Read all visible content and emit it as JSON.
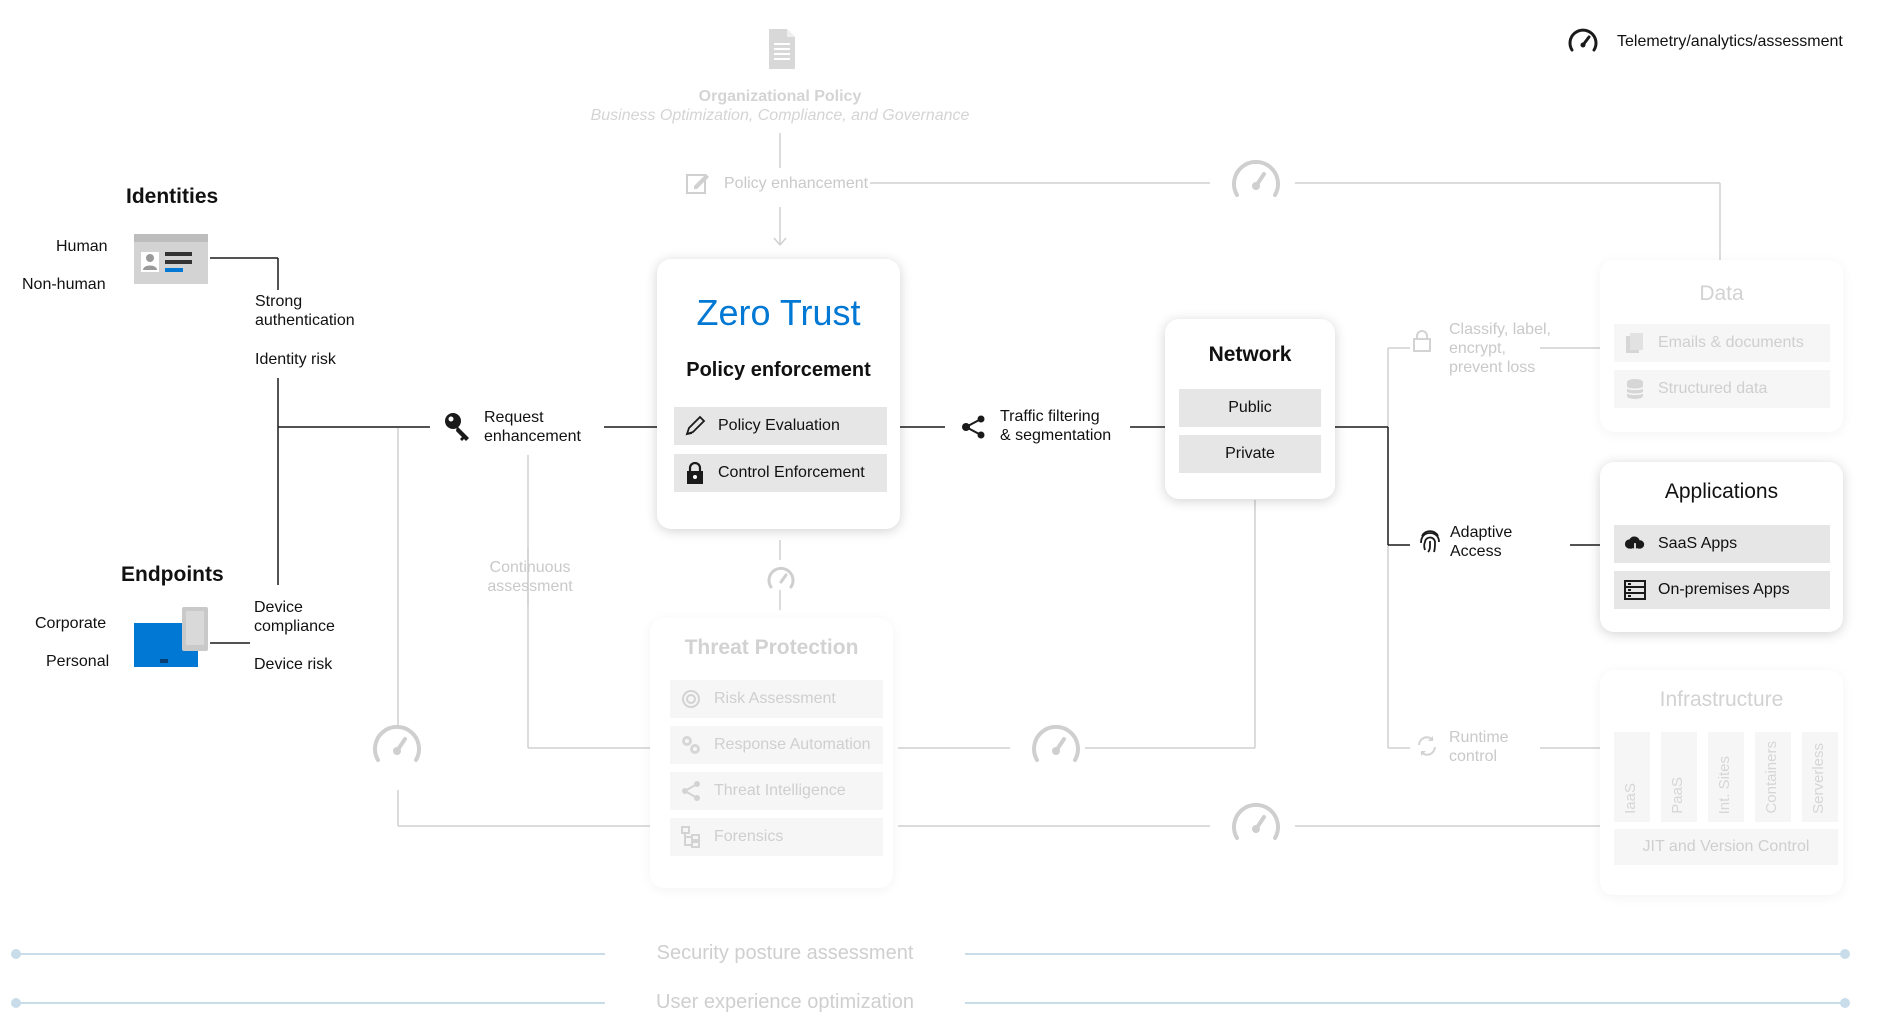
{
  "legend": {
    "telemetry_label": "Telemetry/analytics/assessment",
    "icon": "gauge-icon"
  },
  "org_policy": {
    "title": "Organizational Policy",
    "subtitle": "Business Optimization, Compliance, and Governance",
    "enhancement": "Policy enhancement"
  },
  "identities": {
    "title": "Identities",
    "human": "Human",
    "non_human": "Non-human",
    "strong_auth_1": "Strong",
    "strong_auth_2": "authentication",
    "identity_risk": "Identity risk"
  },
  "endpoints": {
    "title": "Endpoints",
    "corporate": "Corporate",
    "personal": "Personal",
    "compliance_1": "Device",
    "compliance_2": "compliance",
    "device_risk": "Device risk"
  },
  "request": {
    "line1": "Request",
    "line2": "enhancement"
  },
  "continuous": {
    "line1": "Continuous",
    "line2": "assessment"
  },
  "zero_trust": {
    "title": "Zero Trust",
    "subtitle": "Policy enforcement",
    "rows": [
      "Policy Evaluation",
      "Control Enforcement"
    ]
  },
  "traffic": {
    "line1": "Traffic filtering",
    "line2": "& segmentation"
  },
  "network": {
    "title": "Network",
    "rows": [
      "Public",
      "Private"
    ]
  },
  "threat": {
    "title": "Threat Protection",
    "rows": [
      "Risk Assessment",
      "Response Automation",
      "Threat Intelligence",
      "Forensics"
    ]
  },
  "data": {
    "title": "Data",
    "rows": [
      "Emails & documents",
      "Structured data"
    ],
    "classify": [
      "Classify, label,",
      "encrypt,",
      "prevent loss"
    ]
  },
  "adaptive": {
    "line1": "Adaptive",
    "line2": "Access"
  },
  "applications": {
    "title": "Applications",
    "rows": [
      "SaaS Apps",
      "On-premises Apps"
    ]
  },
  "runtime": {
    "line1": "Runtime",
    "line2": "control"
  },
  "infrastructure": {
    "title": "Infrastructure",
    "columns": [
      "IaaS",
      "PaaS",
      "Int. Sites",
      "Containers",
      "Serverless"
    ],
    "jit": "JIT and Version Control"
  },
  "bottom": {
    "security_posture": "Security posture assessment",
    "user_experience": "User experience optimization"
  },
  "colors": {
    "accent": "#0078d4",
    "line": "#1a1a1a",
    "faded_line": "#cfcfcf",
    "bottom_line": "#c8dcea"
  }
}
